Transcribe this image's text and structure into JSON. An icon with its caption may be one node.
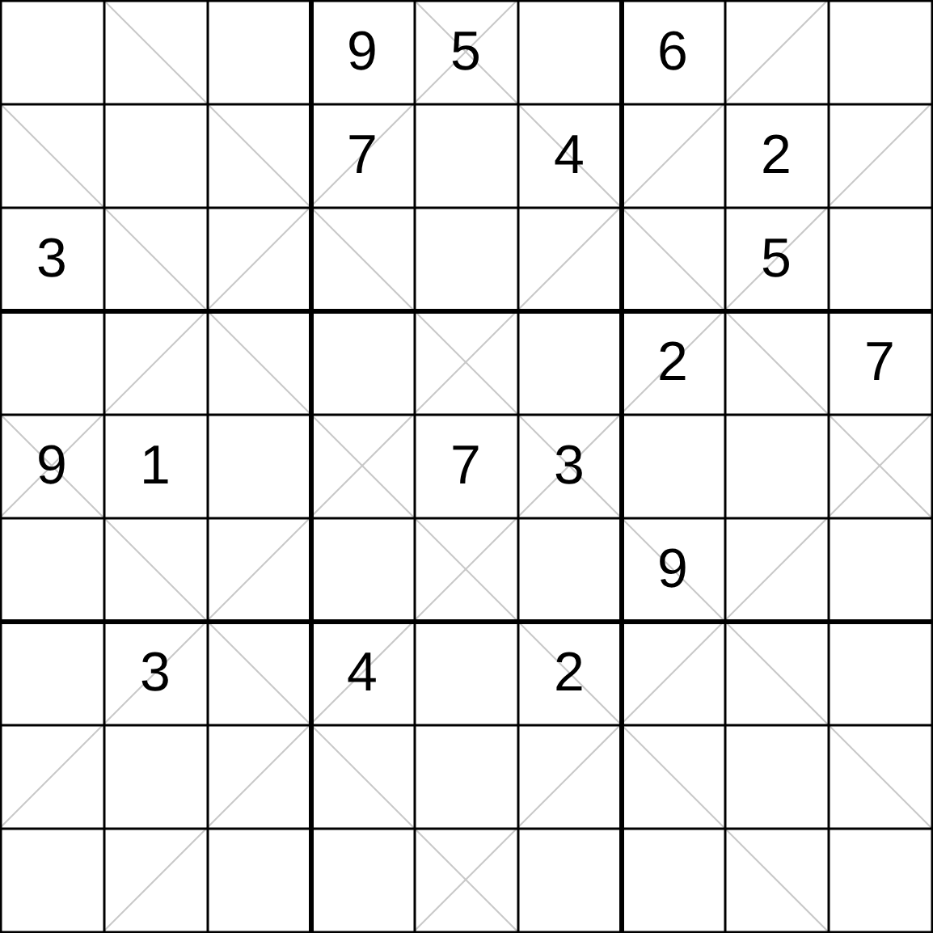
{
  "diagram": {
    "labels": [
      "9",
      "5",
      "6",
      "7",
      "4",
      "2",
      "3",
      "5",
      "2",
      "7",
      "9",
      "1",
      "7",
      "3",
      "9",
      "3",
      "4",
      "2"
    ]
  }
}
